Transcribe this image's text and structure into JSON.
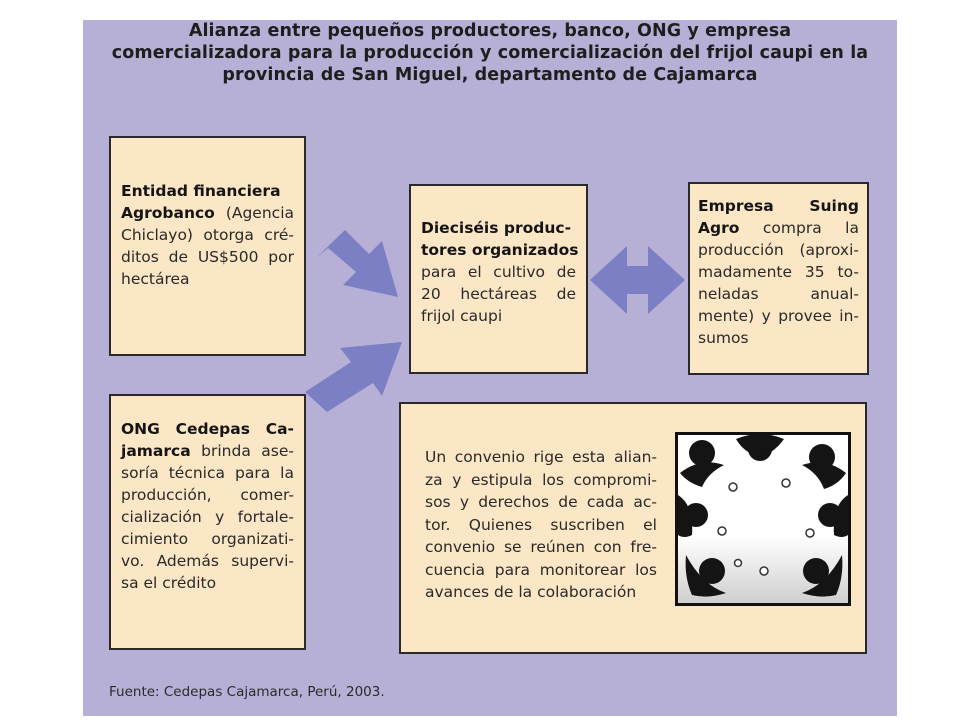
{
  "title": {
    "line1": "Alianza entre pequeños productores, banco, ONG y empresa",
    "line2": "comercializadora para la producción y comercialización del frijol caupi en la",
    "line3": "provincia de San Miguel, departamento de Cajamarca"
  },
  "agrobanco": {
    "bold1": "Entidad financiera",
    "bold2": "Agrobanco",
    "line2_rest": " (Agencia",
    "line3": "Chiclayo) otorga cré-",
    "line4": "ditos de US$500 por",
    "line5": "hectárea"
  },
  "productores": {
    "bold1": "Dieciséis produc-",
    "bold2": "tores organizados",
    "line3": "para el cultivo de",
    "line4": "20 hectáreas de",
    "line5": "frijol caupi"
  },
  "suing": {
    "bold1": "Empresa Suing",
    "bold2": "Agro",
    "line2_rest": " compra la",
    "line3": "producción (aproxi-",
    "line4": "madamente 35 to-",
    "line5": "neladas anual-",
    "line6": "mente) y provee in-",
    "line7": "sumos"
  },
  "cedepas": {
    "bold1": "ONG Cedepas Ca-",
    "bold2": "jamarca",
    "line2_rest": " brinda ase-",
    "line3": "soría técnica para la",
    "line4": "producción, comer-",
    "line5": "cialización y fortale-",
    "line6": "cimiento organizati-",
    "line7": "vo. Además supervi-",
    "line8": "sa el crédito"
  },
  "convenio": {
    "line1": "Un convenio rige esta alian-",
    "line2": "za y estipula los compromi-",
    "line3": "sos y derechos de cada ac-",
    "line4": "tor. Quienes suscriben el",
    "line5": "convenio se reúnen con fre-",
    "line6": "cuencia para monitorear los",
    "line7": "avances de la colaboración"
  },
  "source": "Fuente: Cedepas Cajamarca, Perú, 2003.",
  "colors": {
    "panel": "#b7b0d6",
    "box": "#fbe6c5",
    "arrow": "#7d7fc4"
  }
}
